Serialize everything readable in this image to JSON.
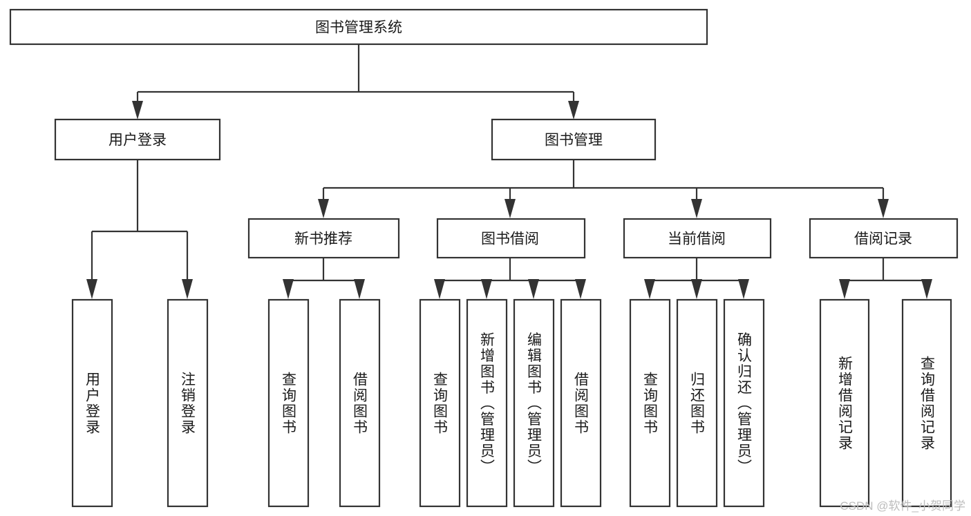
{
  "diagram": {
    "type": "tree-hierarchy-chart",
    "title": "图书管理系统",
    "watermark": "CSDN @软件_小贺同学",
    "colors": {
      "box_stroke": "#333333",
      "box_fill": "#ffffff",
      "connector": "#333333",
      "text": "#1a1a1a",
      "background": "#ffffff",
      "watermark": "#bdbdbd"
    },
    "root": {
      "id": "root",
      "label": "图书管理系统",
      "orientation": "horizontal"
    },
    "level2": [
      {
        "id": "user-login",
        "label": "用户登录",
        "orientation": "horizontal"
      },
      {
        "id": "book-management",
        "label": "图书管理",
        "orientation": "horizontal"
      }
    ],
    "level3": [
      {
        "id": "new-book-recommend",
        "label": "新书推荐",
        "orientation": "horizontal",
        "parent": "book-management"
      },
      {
        "id": "book-borrow",
        "label": "图书借阅",
        "orientation": "horizontal",
        "parent": "book-management"
      },
      {
        "id": "current-borrow",
        "label": "当前借阅",
        "orientation": "horizontal",
        "parent": "book-management"
      },
      {
        "id": "borrow-record",
        "label": "借阅记录",
        "orientation": "horizontal",
        "parent": "book-management"
      }
    ],
    "leaves": [
      {
        "id": "leaf-user-login",
        "label": "用户登录",
        "orientation": "vertical",
        "parent": "user-login"
      },
      {
        "id": "leaf-logout",
        "label": "注销登录",
        "orientation": "vertical",
        "parent": "user-login"
      },
      {
        "id": "leaf-query-book-1",
        "label": "查询图书",
        "orientation": "vertical",
        "parent": "new-book-recommend"
      },
      {
        "id": "leaf-borrow-book-1",
        "label": "借阅图书",
        "orientation": "vertical",
        "parent": "new-book-recommend"
      },
      {
        "id": "leaf-query-book-2",
        "label": "查询图书",
        "orientation": "vertical",
        "parent": "book-borrow"
      },
      {
        "id": "leaf-add-book",
        "label": "新增图书（管理员）",
        "orientation": "vertical",
        "parent": "book-borrow"
      },
      {
        "id": "leaf-edit-book",
        "label": "编辑图书（管理员）",
        "orientation": "vertical",
        "parent": "book-borrow"
      },
      {
        "id": "leaf-borrow-book-2",
        "label": "借阅图书",
        "orientation": "vertical",
        "parent": "book-borrow"
      },
      {
        "id": "leaf-query-book-3",
        "label": "查询图书",
        "orientation": "vertical",
        "parent": "current-borrow"
      },
      {
        "id": "leaf-return-book",
        "label": "归还图书",
        "orientation": "vertical",
        "parent": "current-borrow"
      },
      {
        "id": "leaf-confirm-return",
        "label": "确认归还（管理员）",
        "orientation": "vertical",
        "parent": "current-borrow"
      },
      {
        "id": "leaf-add-record",
        "label": "新增借阅记录",
        "orientation": "vertical",
        "parent": "borrow-record"
      },
      {
        "id": "leaf-query-record",
        "label": "查询借阅记录",
        "orientation": "vertical",
        "parent": "borrow-record"
      }
    ]
  }
}
